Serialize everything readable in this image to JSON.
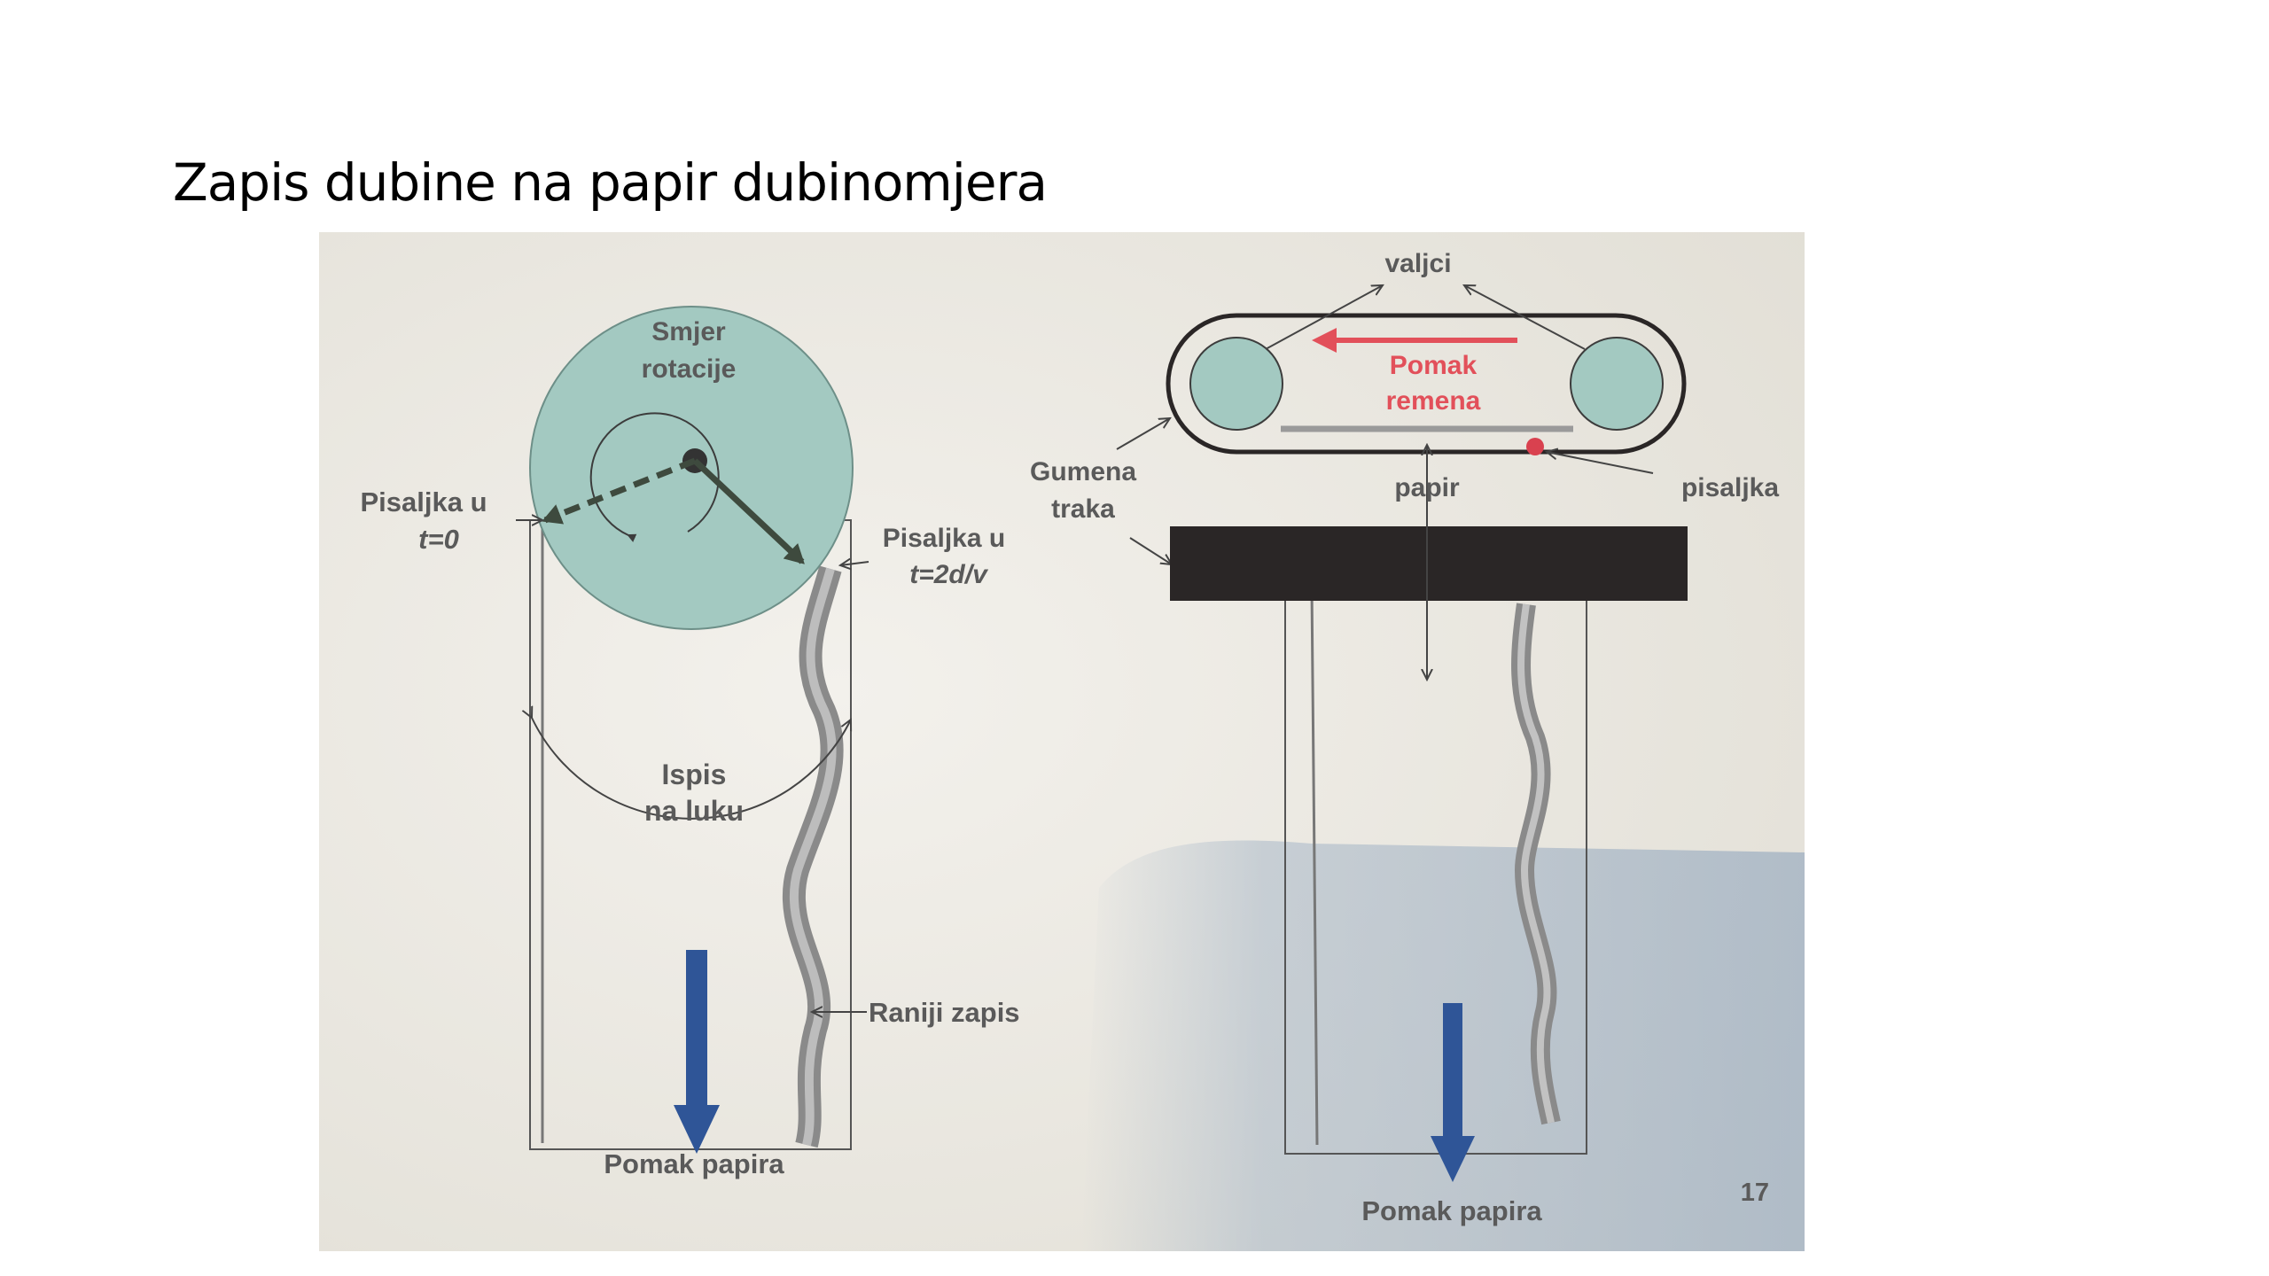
{
  "slide": {
    "title": "Zapis dubine na papir dubinomjera",
    "page_number": "17"
  },
  "left_diagram": {
    "rotation_label_line1": "Smjer",
    "rotation_label_line2": "rotacije",
    "pen_t0_line1": "Pisaljka u",
    "pen_t0_line2": "t=0",
    "pen_t2_line1": "Pisaljka u",
    "pen_t2_line2": "t=2d/v",
    "arc_label_line1": "Ispis",
    "arc_label_line2": "na luku",
    "earlier_record": "Raniji zapis",
    "paper_motion": "Pomak papira"
  },
  "right_diagram": {
    "rollers": "valjci",
    "belt_motion_line1": "Pomak",
    "belt_motion_line2": "remena",
    "rubber_band_line1": "Gumena",
    "rubber_band_line2": "traka",
    "paper": "papir",
    "pen": "pisaljka",
    "paper_motion": "Pomak papira"
  },
  "colors": {
    "photo_background": "#eceae3",
    "disc_fill": "#a3c9c1",
    "arrow_blue": "#2f5597",
    "belt_red": "#e2505a",
    "label_gray": "#5a5a5a",
    "dark_bar": "#2a2626"
  }
}
